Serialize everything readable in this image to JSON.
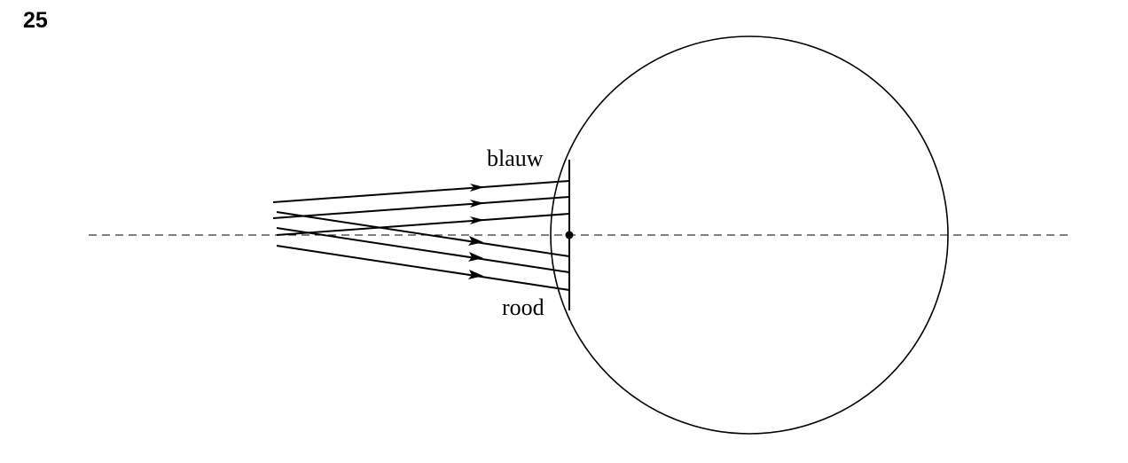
{
  "question_number": "25",
  "diagram": {
    "labels": {
      "top": "blauw",
      "bottom": "rood"
    },
    "stroke_color": "#000000"
  }
}
